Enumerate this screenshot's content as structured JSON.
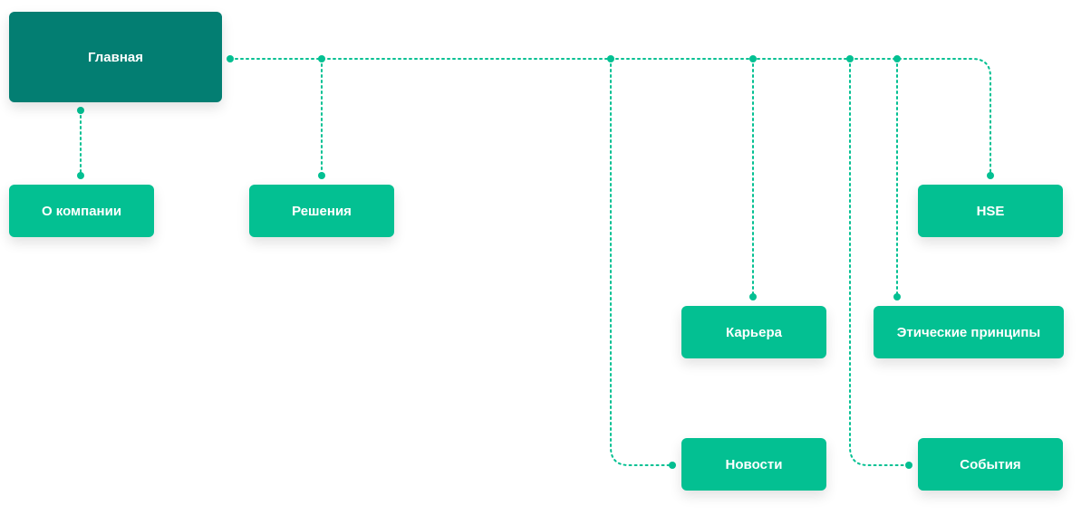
{
  "colors": {
    "root": "#037e72",
    "child": "#03c092",
    "connector": "#03c092"
  },
  "nodes": {
    "home": "Главная",
    "about": "О компании",
    "solutions": "Решения",
    "hse": "HSE",
    "career": "Карьера",
    "ethics": "Этические принципы",
    "news": "Новости",
    "events": "События"
  }
}
